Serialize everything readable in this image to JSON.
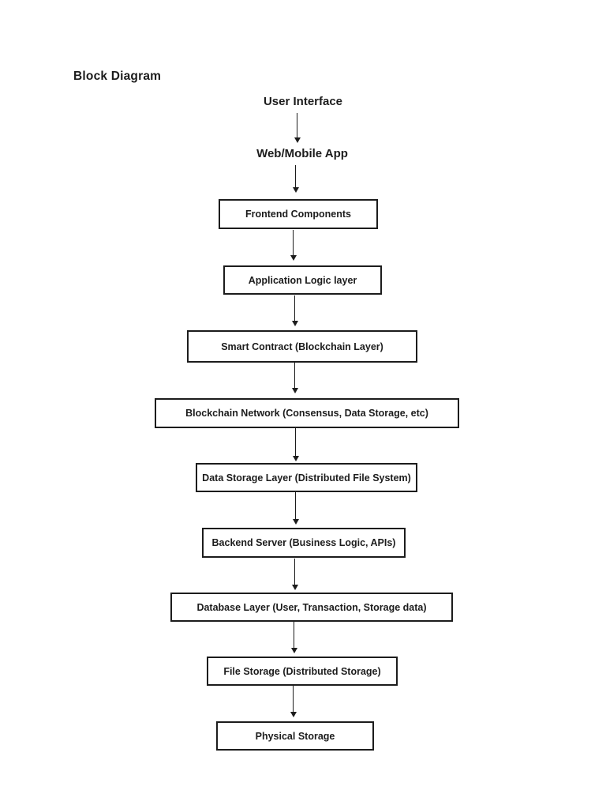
{
  "page": {
    "title": "Block Diagram"
  },
  "colors": {
    "ink": "#1c1c1c",
    "paper": "#ffffff"
  },
  "diagram": {
    "labels": [
      {
        "label": "User Interface"
      },
      {
        "label": "Web/Mobile App"
      }
    ],
    "boxes": [
      {
        "label": "Frontend Components"
      },
      {
        "label": "Application Logic layer"
      },
      {
        "label": "Smart Contract (Blockchain Layer)"
      },
      {
        "label": "Blockchain Network (Consensus, Data Storage, etc)"
      },
      {
        "label": "Data Storage Layer (Distributed File System)"
      },
      {
        "label": "Backend Server (Business Logic, APIs)"
      },
      {
        "label": "Database Layer (User, Transaction, Storage data)"
      },
      {
        "label": "File Storage (Distributed Storage)"
      },
      {
        "label": "Physical Storage"
      }
    ]
  }
}
